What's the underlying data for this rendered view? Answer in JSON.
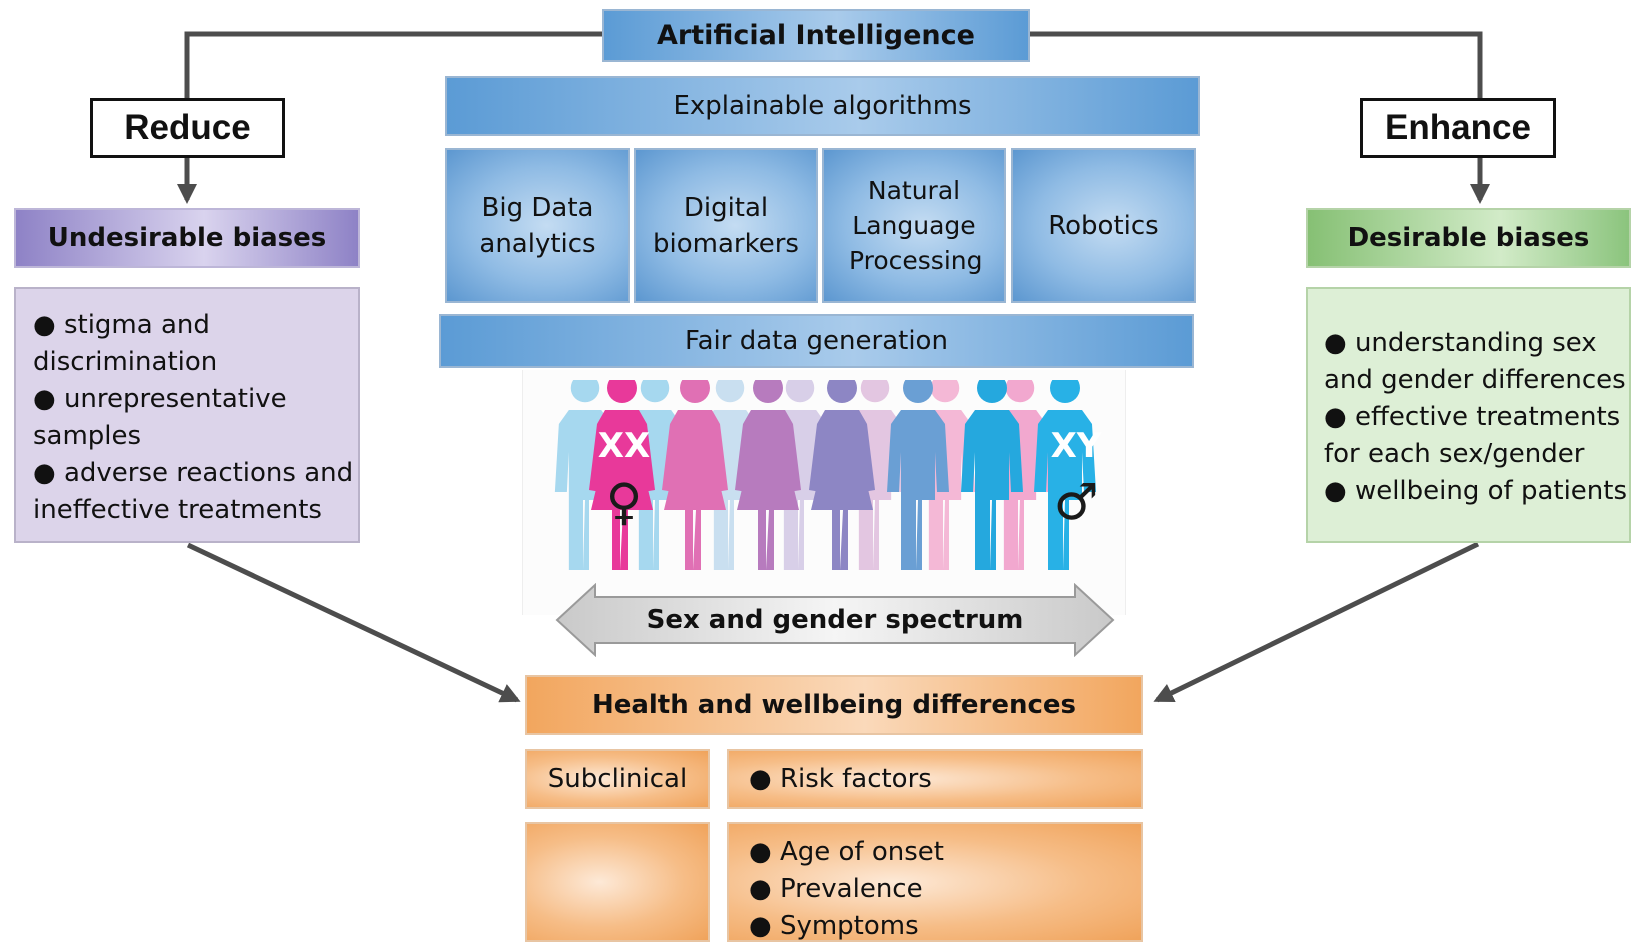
{
  "ai": {
    "title": "Artificial Intelligence"
  },
  "explainable": "Explainable algorithms",
  "tiles": [
    {
      "label": "Big Data analytics"
    },
    {
      "label": "Digital biomarkers"
    },
    {
      "label": "Natural Language Processing"
    },
    {
      "label": "Robotics"
    }
  ],
  "fair": "Fair data generation",
  "spectrum": {
    "label": "Sex and gender spectrum",
    "xx": "XX",
    "xy": "XY",
    "female_symbol": "♀",
    "male_symbol": "♂"
  },
  "left": {
    "action": "Reduce",
    "header": "Undesirable biases",
    "items": [
      "● stigma and",
      "discrimination",
      "● unrepresentative",
      "samples",
      "● adverse reactions and",
      "ineffective treatments"
    ]
  },
  "right": {
    "action": "Enhance",
    "header": "Desirable biases",
    "items": [
      "● understanding sex",
      "and gender differences",
      "● effective treatments",
      "for each sex/gender",
      "● wellbeing of patients"
    ]
  },
  "health": {
    "header": "Health and wellbeing differences",
    "subclinical": "Subclinical",
    "risk": "● Risk factors",
    "clinical_items": [
      "● Age of onset",
      "● Prevalence",
      "● Symptoms"
    ]
  },
  "colors": {
    "purple": "#9b8fcf",
    "purple_light": "#dcd4ea",
    "green": "#8bc47d",
    "green_light": "#ddefd6",
    "blue": "#5b9bd5",
    "orange": "#f2a65e",
    "arrow": "#555555"
  }
}
